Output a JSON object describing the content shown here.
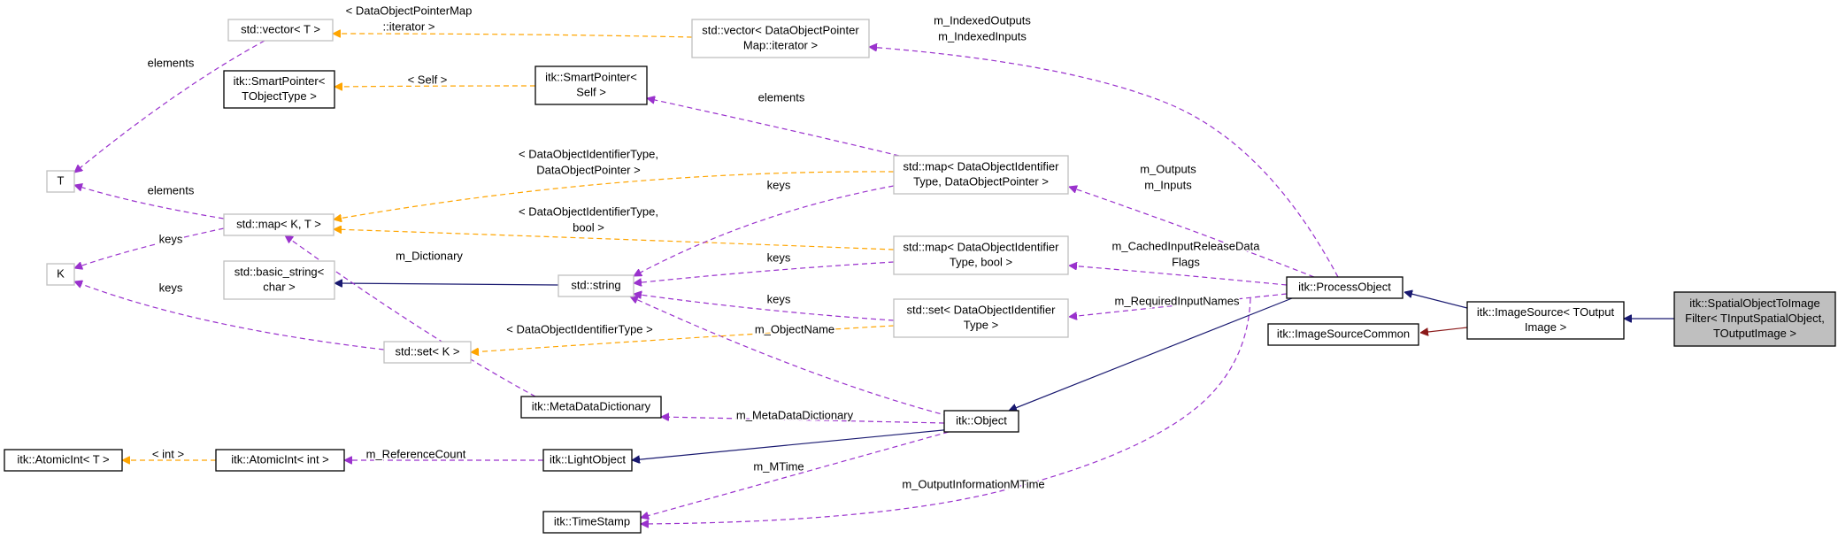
{
  "colors": {
    "inheritance_public": "#191970",
    "inheritance_protected": "#8b1a1a",
    "usage": "#9a32cd",
    "template": "#ffa500",
    "node_border": "#000000",
    "node_border_undocumented": "#bfbfbf",
    "focus_fill": "#bfbfbf"
  },
  "nodes": [
    {
      "id": "focus",
      "lines": [
        "itk::SpatialObjectToImage",
        "Filter< TInputSpatialObject,",
        "TOutputImage >"
      ],
      "style": "focus"
    },
    {
      "id": "imagesource",
      "lines": [
        "itk::ImageSource< TOutput",
        "Image >"
      ],
      "style": "documented"
    },
    {
      "id": "imagesourcecommon",
      "lines": [
        "itk::ImageSourceCommon"
      ],
      "style": "documented"
    },
    {
      "id": "processobject",
      "lines": [
        "itk::ProcessObject"
      ],
      "style": "documented"
    },
    {
      "id": "object",
      "lines": [
        "itk::Object"
      ],
      "style": "documented"
    },
    {
      "id": "lightobject",
      "lines": [
        "itk::LightObject"
      ],
      "style": "documented"
    },
    {
      "id": "timestamp",
      "lines": [
        "itk::TimeStamp"
      ],
      "style": "documented"
    },
    {
      "id": "metadatadictionary",
      "lines": [
        "itk::MetaDataDictionary"
      ],
      "style": "documented"
    },
    {
      "id": "atomicint_int",
      "lines": [
        "itk::AtomicInt< int >"
      ],
      "style": "documented"
    },
    {
      "id": "atomicint_t",
      "lines": [
        "itk::AtomicInt< T >"
      ],
      "style": "documented"
    },
    {
      "id": "smartpointer_self",
      "lines": [
        "itk::SmartPointer<",
        "Self >"
      ],
      "style": "documented"
    },
    {
      "id": "smartpointer_t",
      "lines": [
        "itk::SmartPointer<",
        "TObjectType >"
      ],
      "style": "documented"
    },
    {
      "id": "vector_dop",
      "lines": [
        "std::vector< DataObjectPointer",
        "Map::iterator >"
      ],
      "style": "undocumented"
    },
    {
      "id": "vector_t",
      "lines": [
        "std::vector< T >"
      ],
      "style": "undocumented"
    },
    {
      "id": "T",
      "lines": [
        "T"
      ],
      "style": "undocumented"
    },
    {
      "id": "K",
      "lines": [
        "K"
      ],
      "style": "undocumented"
    },
    {
      "id": "map_kt",
      "lines": [
        "std::map< K, T >"
      ],
      "style": "undocumented"
    },
    {
      "id": "basic_string",
      "lines": [
        "std::basic_string<",
        "char >"
      ],
      "style": "undocumented"
    },
    {
      "id": "string",
      "lines": [
        "std::string"
      ],
      "style": "undocumented"
    },
    {
      "id": "set_k",
      "lines": [
        "std::set< K >"
      ],
      "style": "undocumented"
    },
    {
      "id": "map_dop",
      "lines": [
        "std::map< DataObjectIdentifier",
        "Type, DataObjectPointer >"
      ],
      "style": "undocumented"
    },
    {
      "id": "map_bool",
      "lines": [
        "std::map< DataObjectIdentifier",
        "Type, bool >"
      ],
      "style": "undocumented"
    },
    {
      "id": "set_doi",
      "lines": [
        "std::set< DataObjectIdentifier",
        "Type >"
      ],
      "style": "undocumented"
    }
  ],
  "edges": [
    {
      "id": "e_imgsrc_focus",
      "from": "imagesource",
      "to": "focus",
      "kind": "inheritance_public",
      "labels": []
    },
    {
      "id": "e_po_imgsrc",
      "from": "processobject",
      "to": "imagesource",
      "kind": "inheritance_public",
      "labels": []
    },
    {
      "id": "e_isc_imgsrc",
      "from": "imagesourcecommon",
      "to": "imagesource",
      "kind": "inheritance_protected",
      "labels": []
    },
    {
      "id": "e_obj_po",
      "from": "object",
      "to": "processobject",
      "kind": "inheritance_public",
      "labels": []
    },
    {
      "id": "e_lo_obj",
      "from": "lightobject",
      "to": "object",
      "kind": "inheritance_public",
      "labels": []
    },
    {
      "id": "e_bs_str",
      "from": "basic_string",
      "to": "string",
      "kind": "inheritance_public",
      "labels": []
    },
    {
      "id": "e_mdd_obj",
      "from": "metadatadictionary",
      "to": "object",
      "kind": "usage",
      "labels": [
        "m_MetaDataDictionary"
      ]
    },
    {
      "id": "e_ts_obj",
      "from": "timestamp",
      "to": "object",
      "kind": "usage",
      "labels": [
        "m_MTime"
      ]
    },
    {
      "id": "e_ts_po",
      "from": "timestamp",
      "to": "processobject",
      "kind": "usage",
      "labels": [
        "m_OutputInformationMTime"
      ]
    },
    {
      "id": "e_ai_lo",
      "from": "atomicint_int",
      "to": "lightobject",
      "kind": "usage",
      "labels": [
        "m_ReferenceCount"
      ]
    },
    {
      "id": "e_ait_ai",
      "from": "atomicint_t",
      "to": "atomicint_int",
      "kind": "template",
      "labels": [
        "< int >"
      ]
    },
    {
      "id": "e_str_obj",
      "from": "string",
      "to": "object",
      "kind": "usage",
      "labels": [
        "m_ObjectName"
      ]
    },
    {
      "id": "e_mapkt_mdd",
      "from": "map_kt",
      "to": "metadatadictionary",
      "kind": "usage",
      "labels": [
        "m_Dictionary"
      ]
    },
    {
      "id": "e_T_vector",
      "from": "T",
      "to": "vector_t",
      "kind": "usage",
      "labels": [
        "elements"
      ]
    },
    {
      "id": "e_T_mapkt",
      "from": "T",
      "to": "map_kt",
      "kind": "usage",
      "labels": [
        "elements"
      ]
    },
    {
      "id": "e_K_mapkt",
      "from": "K",
      "to": "map_kt",
      "kind": "usage",
      "labels": [
        "keys"
      ]
    },
    {
      "id": "e_K_setk",
      "from": "K",
      "to": "set_k",
      "kind": "usage",
      "labels": [
        "keys"
      ]
    },
    {
      "id": "e_vt_vdop",
      "from": "vector_t",
      "to": "vector_dop",
      "kind": "template",
      "labels": [
        "< DataObjectPointerMap",
        "::iterator >"
      ]
    },
    {
      "id": "e_sp_sps",
      "from": "smartpointer_t",
      "to": "smartpointer_self",
      "kind": "template",
      "labels": [
        "< Self >"
      ]
    },
    {
      "id": "e_sps_mapdop",
      "from": "smartpointer_self",
      "to": "map_dop",
      "kind": "usage",
      "labels": [
        "elements"
      ]
    },
    {
      "id": "e_mapkt_mapdop",
      "from": "map_kt",
      "to": "map_dop",
      "kind": "template",
      "labels": [
        "< DataObjectIdentifierType,",
        "DataObjectPointer >"
      ]
    },
    {
      "id": "e_mapkt_mapbool",
      "from": "map_kt",
      "to": "map_bool",
      "kind": "template",
      "labels": [
        "< DataObjectIdentifierType,",
        "bool >"
      ]
    },
    {
      "id": "e_setk_setdoi",
      "from": "set_k",
      "to": "set_doi",
      "kind": "template",
      "labels": [
        "< DataObjectIdentifierType >"
      ]
    },
    {
      "id": "e_str_mapdop",
      "from": "string",
      "to": "map_dop",
      "kind": "usage",
      "labels": [
        "keys"
      ]
    },
    {
      "id": "e_str_mapbool",
      "from": "string",
      "to": "map_bool",
      "kind": "usage",
      "labels": [
        "keys"
      ]
    },
    {
      "id": "e_str_setdoi",
      "from": "string",
      "to": "set_doi",
      "kind": "usage",
      "labels": [
        "keys"
      ]
    },
    {
      "id": "e_vdop_po",
      "from": "vector_dop",
      "to": "processobject",
      "kind": "usage",
      "labels": [
        "m_IndexedOutputs",
        "m_IndexedInputs"
      ]
    },
    {
      "id": "e_mapdop_po",
      "from": "map_dop",
      "to": "processobject",
      "kind": "usage",
      "labels": [
        "m_Outputs",
        "m_Inputs"
      ]
    },
    {
      "id": "e_mapbool_po",
      "from": "map_bool",
      "to": "processobject",
      "kind": "usage",
      "labels": [
        "m_CachedInputReleaseData",
        "Flags"
      ]
    },
    {
      "id": "e_setdoi_po",
      "from": "set_doi",
      "to": "processobject",
      "kind": "usage",
      "labels": [
        "m_RequiredInputNames"
      ]
    }
  ]
}
